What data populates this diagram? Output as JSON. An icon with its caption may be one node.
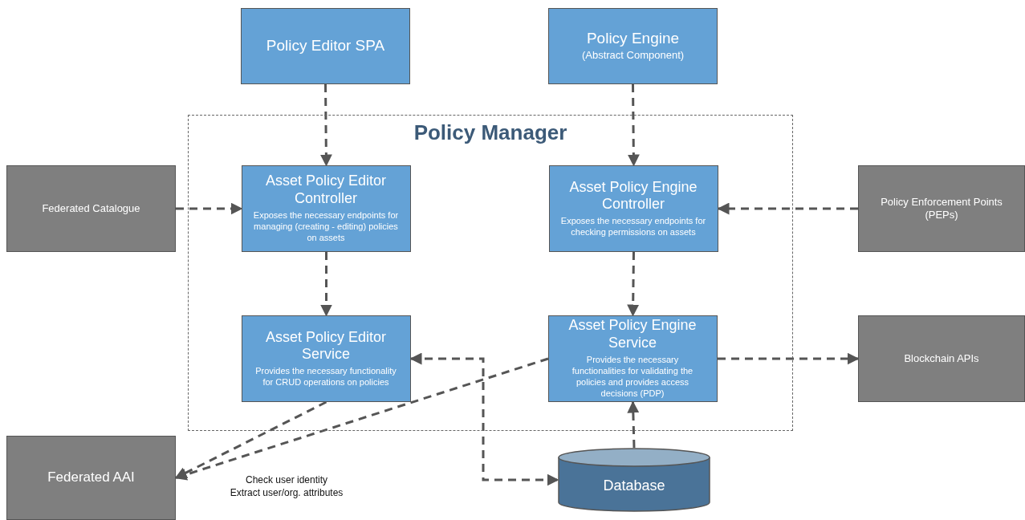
{
  "diagram": {
    "nodes": [
      {
        "text": [
          "Policy Editor SPA"
        ]
      },
      {
        "text": [
          "Policy Engine",
          "(Abstract Component)"
        ]
      },
      {
        "text": [
          "Policy Manager"
        ]
      },
      {
        "text": [
          "Asset Policy Editor Controller",
          "Exposes the necessary endpoints for managing (creating - editing) policies on assets"
        ],
        "in": 2
      },
      {
        "text": [
          "Asset Policy Engine Controller",
          "Exposes the necessary endpoints for checking permissions on assets"
        ],
        "in": 2
      },
      {
        "text": [
          "Federated Catalogue"
        ]
      },
      {
        "text": [
          "Policy Enforcement Points (PEPs)"
        ]
      },
      {
        "text": [
          "Asset Policy Editor Service",
          "Provides the necessary functionality for CRUD operations on policies"
        ],
        "in": 2
      },
      {
        "text": [
          "Asset Policy Engine Service",
          "Provides the necessary functionalities for validating the policies and provides access decisions (PDP)"
        ],
        "in": 2
      },
      {
        "text": [
          "Blockchain APIs"
        ]
      },
      {
        "text": [
          "Federated AAI"
        ]
      },
      {
        "text": [
          "Database"
        ]
      }
    ],
    "edges": [
      {
        "from": 0,
        "to": 3,
        "arrow": "to",
        "style": "dashed"
      },
      {
        "from": 1,
        "to": 4,
        "arrow": "to",
        "style": "dashed"
      },
      {
        "from": 5,
        "to": 3,
        "arrow": "to",
        "style": "dashed"
      },
      {
        "from": 6,
        "to": 4,
        "arrow": "to",
        "style": "dashed"
      },
      {
        "from": 3,
        "to": 7,
        "arrow": "to",
        "style": "dashed"
      },
      {
        "from": 4,
        "to": 8,
        "arrow": "to",
        "style": "dashed"
      },
      {
        "from": 11,
        "to": 8,
        "arrow": "to",
        "style": "dashed"
      },
      {
        "from": 8,
        "to": 9,
        "arrow": "to",
        "style": "dashed"
      },
      {
        "from": 7,
        "to": 10,
        "arrow": "to",
        "style": "dashed"
      },
      {
        "from": 8,
        "to": 10,
        "arrow": "to",
        "style": "dashed"
      },
      {
        "from": 7,
        "to": 11,
        "arrow": "both",
        "style": "dashed"
      }
    ],
    "labels": [
      "Check user identity Extract user/org. attributes"
    ]
  }
}
